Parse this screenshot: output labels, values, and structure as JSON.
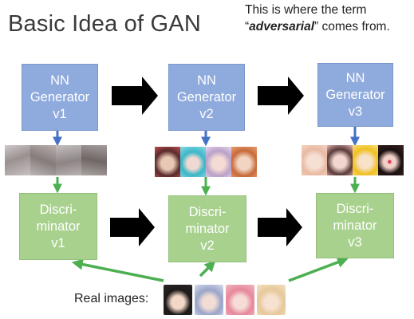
{
  "title": "Basic Idea of GAN",
  "note": {
    "line1": "This is where the term",
    "quote_open": "“",
    "emphasis": "adversarial",
    "line2_rest": "” comes from."
  },
  "generators": [
    {
      "line1": "NN",
      "line2": "Generator",
      "line3": "v1"
    },
    {
      "line1": "NN",
      "line2": "Generator",
      "line3": "v2"
    },
    {
      "line1": "NN",
      "line2": "Generator",
      "line3": "v3"
    }
  ],
  "discriminators": [
    {
      "line1": "Discri-",
      "line2": "minator",
      "line3": "v1"
    },
    {
      "line1": "Discri-",
      "line2": "minator",
      "line3": "v2"
    },
    {
      "line1": "Discri-",
      "line2": "minator",
      "line3": "v3"
    }
  ],
  "real_images_label": "Real images:",
  "colors": {
    "generator_fill": "#8faadc",
    "discriminator_fill": "#a9d18e",
    "blue_arrow": "#4472c4",
    "green_arrow": "#4caf50",
    "big_arrow": "#000000"
  }
}
